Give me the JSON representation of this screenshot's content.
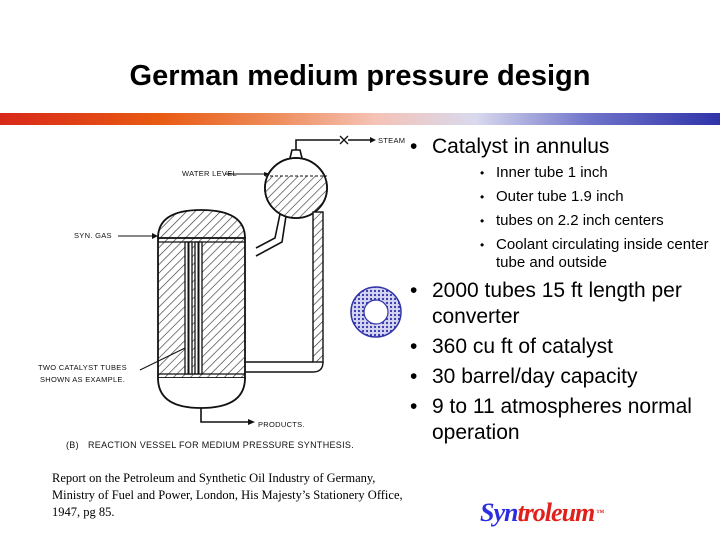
{
  "title": "German medium pressure design",
  "diagram": {
    "labels": {
      "steam": "STEAM",
      "water_level": "WATER LEVEL",
      "syn_gas": "SYN. GAS",
      "catalyst_tubes_line1": "TWO CATALYST TUBES",
      "catalyst_tubes_line2": "SHOWN AS EXAMPLE.",
      "products": "PRODUCTS.",
      "caption_marker": "(B)",
      "caption": "REACTION VESSEL FOR MEDIUM  PRESSURE SYNTHESIS."
    }
  },
  "bullets": [
    {
      "text": "Catalyst in annulus",
      "sub": [
        "Inner tube 1 inch",
        "Outer tube 1.9 inch",
        "tubes on 2.2 inch centers",
        "Coolant circulating inside center tube and outside"
      ]
    },
    {
      "text": "2000 tubes 15 ft length per converter"
    },
    {
      "text": "360 cu ft of catalyst"
    },
    {
      "text": "30 barrel/day capacity"
    },
    {
      "text": "9 to 11 atmospheres normal operation"
    }
  ],
  "bullet_glyph": "•",
  "citation": "Report on the Petroleum and Synthetic Oil Industry of Germany, Ministry of Fuel and Power, London, His Majesty’s Stationery Office, 1947, pg 85.",
  "logo": {
    "part1": "Syn",
    "part2": "troleum",
    "tm": "™"
  },
  "colors": {
    "logo_blue": "#2a2ee0",
    "logo_red": "#e0201a",
    "bar_red": "#d8281a",
    "bar_blue": "#2f33a8"
  }
}
